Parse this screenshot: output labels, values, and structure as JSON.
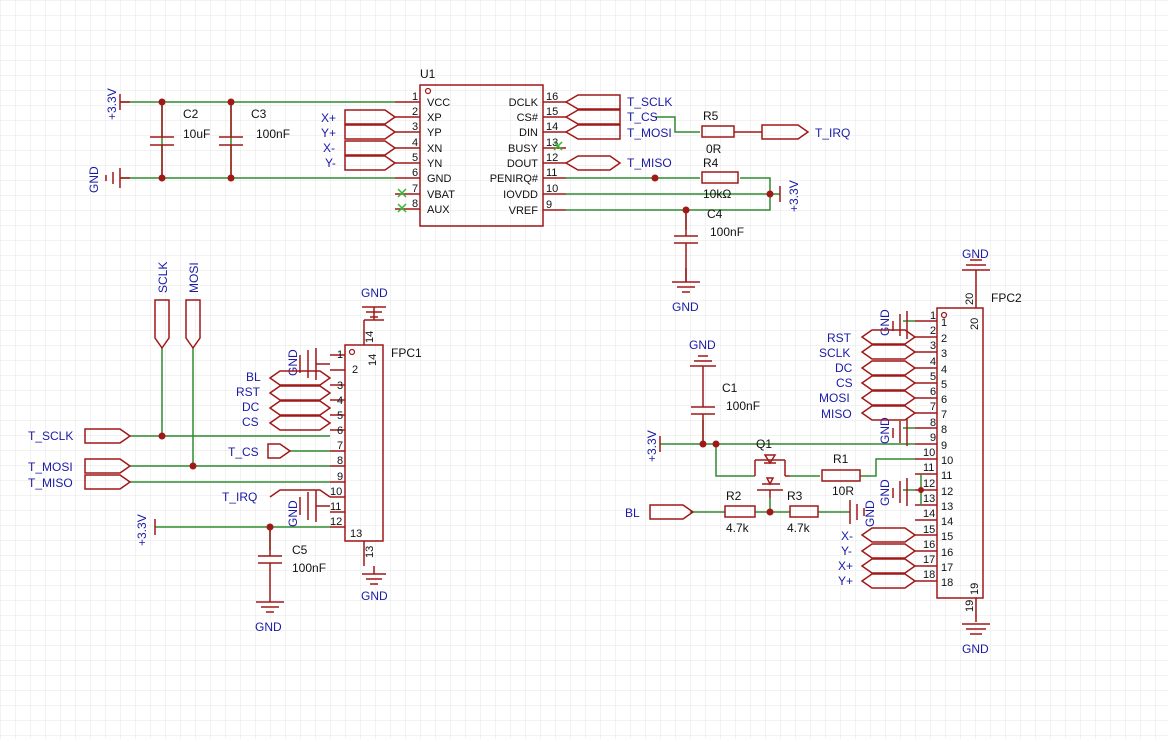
{
  "colors": {
    "grid": "#e4e4e4",
    "wire": "#2e8b2e",
    "part": "#a01818",
    "label": "#1a1aa6",
    "text": "#111111",
    "noconnect": "#2fb82f"
  },
  "u1": {
    "ref": "U1",
    "left_pins": [
      {
        "num": "1",
        "name": "VCC"
      },
      {
        "num": "2",
        "name": "XP"
      },
      {
        "num": "3",
        "name": "YP"
      },
      {
        "num": "4",
        "name": "XN"
      },
      {
        "num": "5",
        "name": "YN"
      },
      {
        "num": "6",
        "name": "GND"
      },
      {
        "num": "7",
        "name": "VBAT"
      },
      {
        "num": "8",
        "name": "AUX"
      }
    ],
    "right_pins": [
      {
        "num": "16",
        "name": "DCLK"
      },
      {
        "num": "15",
        "name": "CS#"
      },
      {
        "num": "14",
        "name": "DIN"
      },
      {
        "num": "13",
        "name": "BUSY"
      },
      {
        "num": "12",
        "name": "DOUT"
      },
      {
        "num": "11",
        "name": "PENIRQ#"
      },
      {
        "num": "10",
        "name": "IOVDD"
      },
      {
        "num": "9",
        "name": "VREF"
      }
    ]
  },
  "fpc1": {
    "ref": "FPC1",
    "pins": [
      "1",
      "2",
      "3",
      "4",
      "5",
      "6",
      "7",
      "8",
      "9",
      "10",
      "11",
      "12"
    ],
    "top_pin": "14",
    "bottom_pin": "13"
  },
  "fpc2": {
    "ref": "FPC2",
    "pins": [
      "1",
      "2",
      "3",
      "4",
      "5",
      "6",
      "7",
      "8",
      "9",
      "10",
      "11",
      "12",
      "13",
      "14",
      "15",
      "16",
      "17",
      "18"
    ],
    "top_pin": "20",
    "bottom_pin": "19"
  },
  "q1": {
    "ref": "Q1"
  },
  "components": [
    {
      "ref": "C2",
      "value": "10uF"
    },
    {
      "ref": "C3",
      "value": "100nF"
    },
    {
      "ref": "C4",
      "value": "100nF"
    },
    {
      "ref": "C5",
      "value": "100nF"
    },
    {
      "ref": "C1",
      "value": "100nF"
    },
    {
      "ref": "R5",
      "value": "0R"
    },
    {
      "ref": "R4",
      "value": "10kΩ"
    },
    {
      "ref": "R1",
      "value": "10R"
    },
    {
      "ref": "R2",
      "value": "4.7k"
    },
    {
      "ref": "R3",
      "value": "4.7k"
    }
  ],
  "power": {
    "vcc": "+3.3V",
    "gnd": "GND"
  },
  "nets": {
    "u1_xp": "X+",
    "u1_yp": "Y+",
    "u1_xn": "X-",
    "u1_yn": "Y-",
    "u1_sclk": "T_SCLK",
    "u1_cs": "T_CS",
    "u1_mosi": "T_MOSI",
    "u1_miso": "T_MISO",
    "u1_irq": "T_IRQ",
    "vert_sclk": "SCLK",
    "vert_mosi": "MOSI",
    "fpc1_bl": "BL",
    "fpc1_rst": "RST",
    "fpc1_dc": "DC",
    "fpc1_cs": "CS",
    "fpc1_tsclk": "T_SCLK",
    "fpc1_tcs": "T_CS",
    "fpc1_tmosi": "T_MOSI",
    "fpc1_tmiso": "T_MISO",
    "fpc1_tirq": "T_IRQ",
    "fpc2_rst": "RST",
    "fpc2_sclk": "SCLK",
    "fpc2_dc": "DC",
    "fpc2_cs": "CS",
    "fpc2_mosi": "MOSI",
    "fpc2_miso": "MISO",
    "fpc2_xm": "X-",
    "fpc2_ym": "Y-",
    "fpc2_xp": "X+",
    "fpc2_yp": "Y+",
    "bl_in": "BL"
  }
}
